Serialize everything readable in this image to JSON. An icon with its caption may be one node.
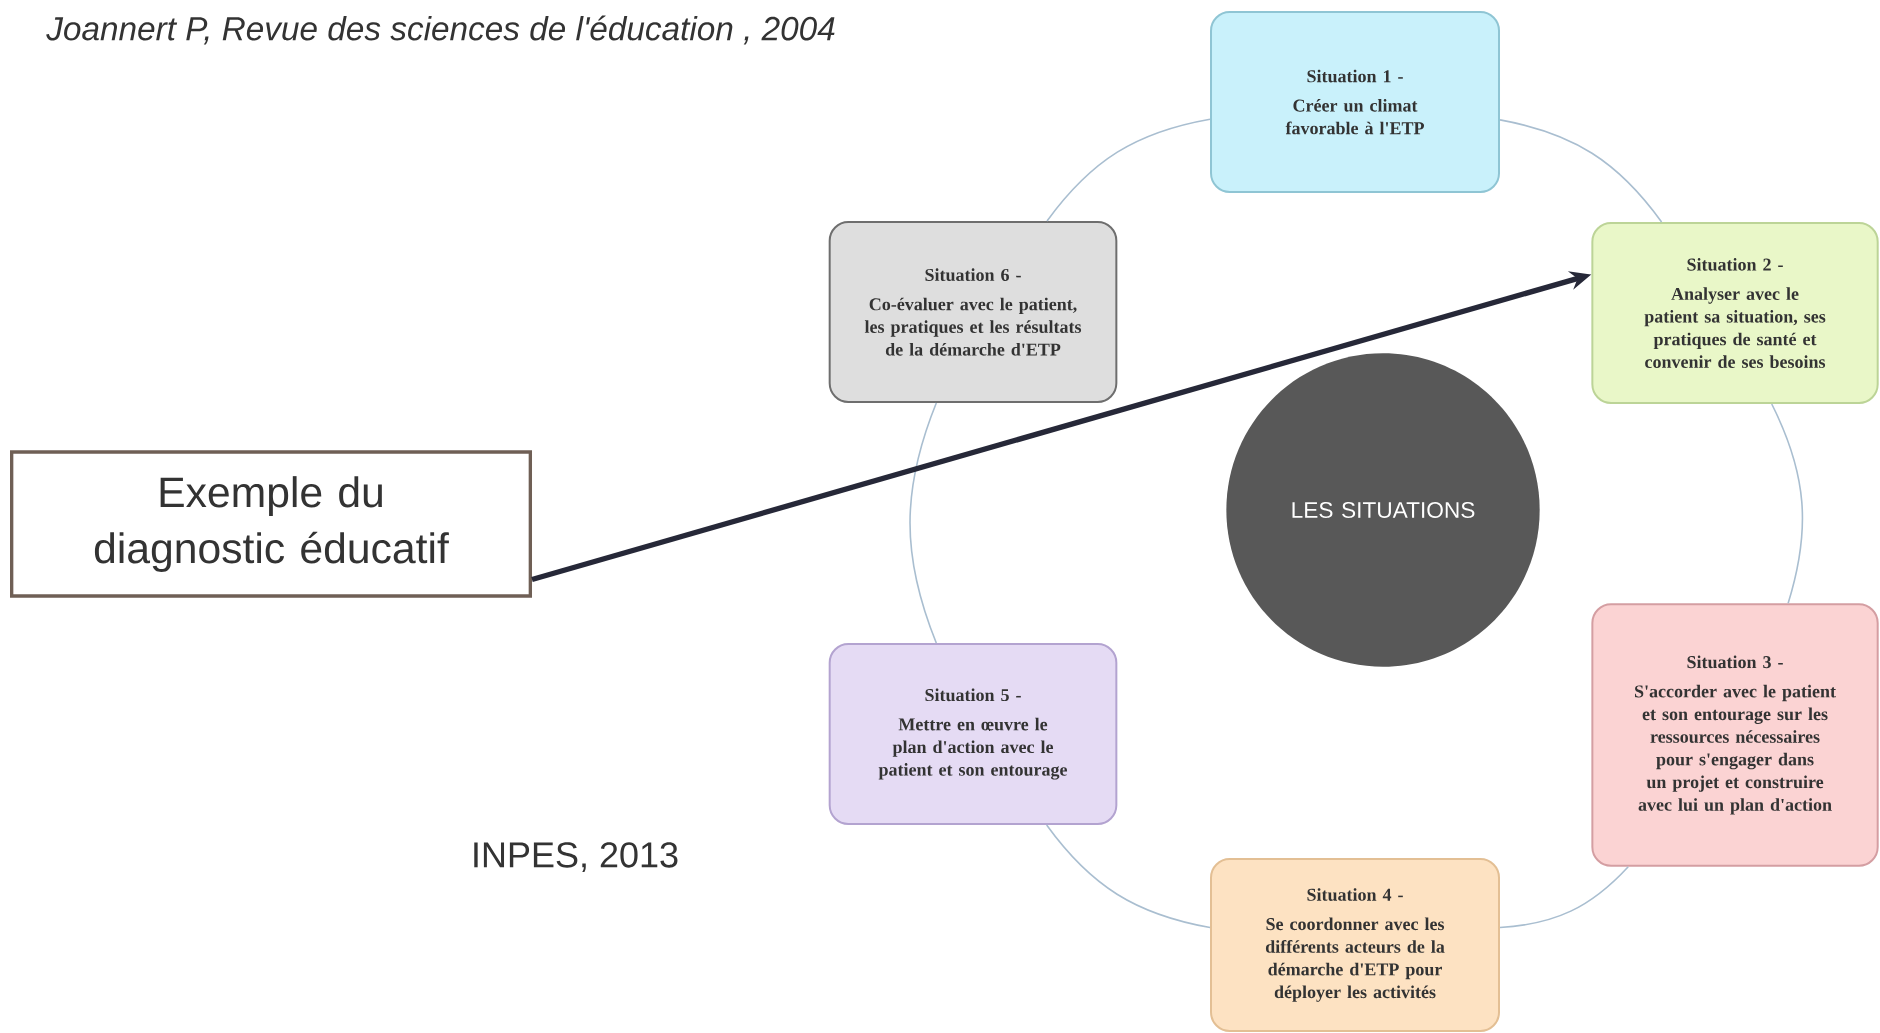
{
  "diagram": {
    "nodes": [
      {
        "text": [
          "Situation 1 -",
          "Créer un climat favorable à l'ETP"
        ]
      },
      {
        "text": [
          "Situation 2 -",
          "Analyser avec le patient sa situation, ses pratiques de santé et convenir de ses besoins"
        ]
      },
      {
        "text": [
          "Situation 3 -",
          "S'accorder avec le patient et son entourage sur les ressources nécessaires pour s'engager dans un projet et construire avec lui un plan d'action"
        ]
      },
      {
        "text": [
          "Situation 4 -",
          "Se coordonner avec les différents acteurs de la démarche d'ETP pour déployer les activités"
        ]
      },
      {
        "text": [
          "Situation 5 -",
          "Mettre en œuvre le plan d'action avec le patient et son entourage"
        ]
      },
      {
        "text": [
          "Situation 6 -",
          "Co-évaluer avec le patient, les pratiques et les résultats de la démarche d'ETP"
        ]
      },
      {
        "text": [
          "LES SITUATIONS"
        ]
      },
      {
        "text": [
          "Exemple du diagnostic éducatif"
        ]
      }
    ],
    "edges": [
      {
        "from": 0,
        "to": 1,
        "arrow": "none"
      },
      {
        "from": 1,
        "to": 2,
        "arrow": "none"
      },
      {
        "from": 2,
        "to": 3,
        "arrow": "none"
      },
      {
        "from": 3,
        "to": 4,
        "arrow": "none"
      },
      {
        "from": 4,
        "to": 5,
        "arrow": "none"
      },
      {
        "from": 5,
        "to": 0,
        "arrow": "none"
      },
      {
        "from": 7,
        "to": 1,
        "arrow": "to",
        "style": "thick",
        "color": "#262838"
      }
    ],
    "labels": [
      "Joannert P, Revue des sciences de l'éducation , 2004",
      "INPES, 2013"
    ]
  }
}
